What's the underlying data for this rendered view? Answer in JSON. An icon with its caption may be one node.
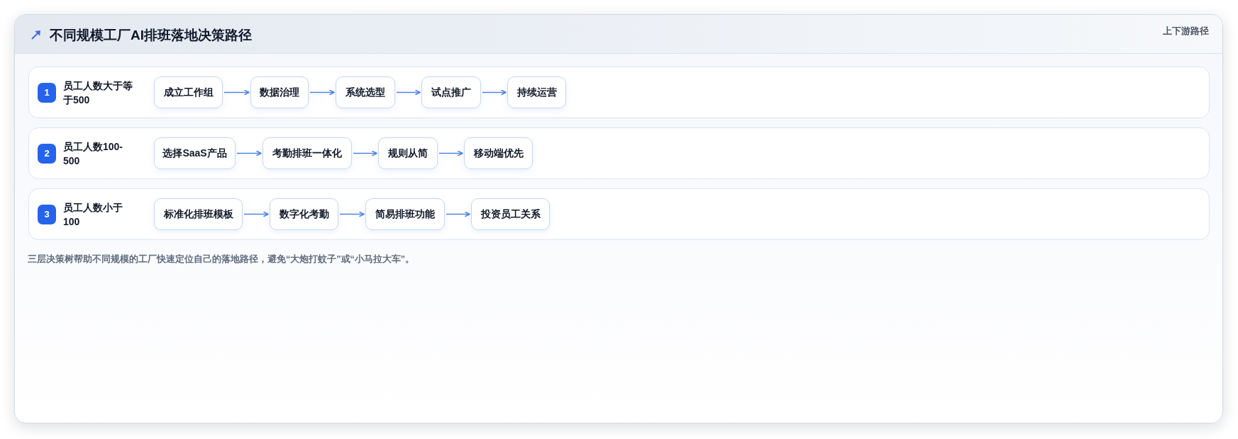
{
  "diagram": {
    "title": "不同规模工厂AI排班落地决策路径",
    "caption": "三层决策树帮助不同规模的工厂快速定位自己的落地路径，避免“大炮打蚊子”或“小马拉大车”。",
    "nodes": [
      {
        "text": [
          "员工人数大于等于500"
        ]
      },
      {
        "text": [
          "1"
        ],
        "in": 0
      },
      {
        "text": [
          "成立工作组"
        ],
        "in": 0
      },
      {
        "text": [
          "数据治理"
        ],
        "in": 0
      },
      {
        "text": [
          "系统选型"
        ],
        "in": 0
      },
      {
        "text": [
          "试点推广"
        ],
        "in": 0
      },
      {
        "text": [
          "持续运营"
        ],
        "in": 0
      },
      {
        "text": [
          "员工人数100-500"
        ]
      },
      {
        "text": [
          "2"
        ],
        "in": 7
      },
      {
        "text": [
          "选择SaaS产品"
        ],
        "in": 7
      },
      {
        "text": [
          "考勤排班一体化"
        ],
        "in": 7
      },
      {
        "text": [
          "规则从简"
        ],
        "in": 7
      },
      {
        "text": [
          "移动端优先"
        ],
        "in": 7
      },
      {
        "text": [
          "员工人数小于100"
        ]
      },
      {
        "text": [
          "3"
        ],
        "in": 13
      },
      {
        "text": [
          "标准化排班模板"
        ],
        "in": 13
      },
      {
        "text": [
          "数字化考勤"
        ],
        "in": 13
      },
      {
        "text": [
          "简易排班功能"
        ],
        "in": 13
      },
      {
        "text": [
          "投资员工关系"
        ],
        "in": 13
      }
    ],
    "edges": [
      {
        "from": 2,
        "to": 3,
        "arrow": "to"
      },
      {
        "from": 3,
        "to": 4,
        "arrow": "to"
      },
      {
        "from": 4,
        "to": 5,
        "arrow": "to"
      },
      {
        "from": 5,
        "to": 6,
        "arrow": "to"
      },
      {
        "from": 9,
        "to": 10,
        "arrow": "to"
      },
      {
        "from": 10,
        "to": 11,
        "arrow": "to"
      },
      {
        "from": 11,
        "to": 12,
        "arrow": "to"
      },
      {
        "from": 15,
        "to": 16,
        "arrow": "to"
      },
      {
        "from": 16,
        "to": 17,
        "arrow": "to"
      },
      {
        "from": 17,
        "to": 18,
        "arrow": "to"
      }
    ],
    "labels": [
      "上下游路径"
    ]
  }
}
